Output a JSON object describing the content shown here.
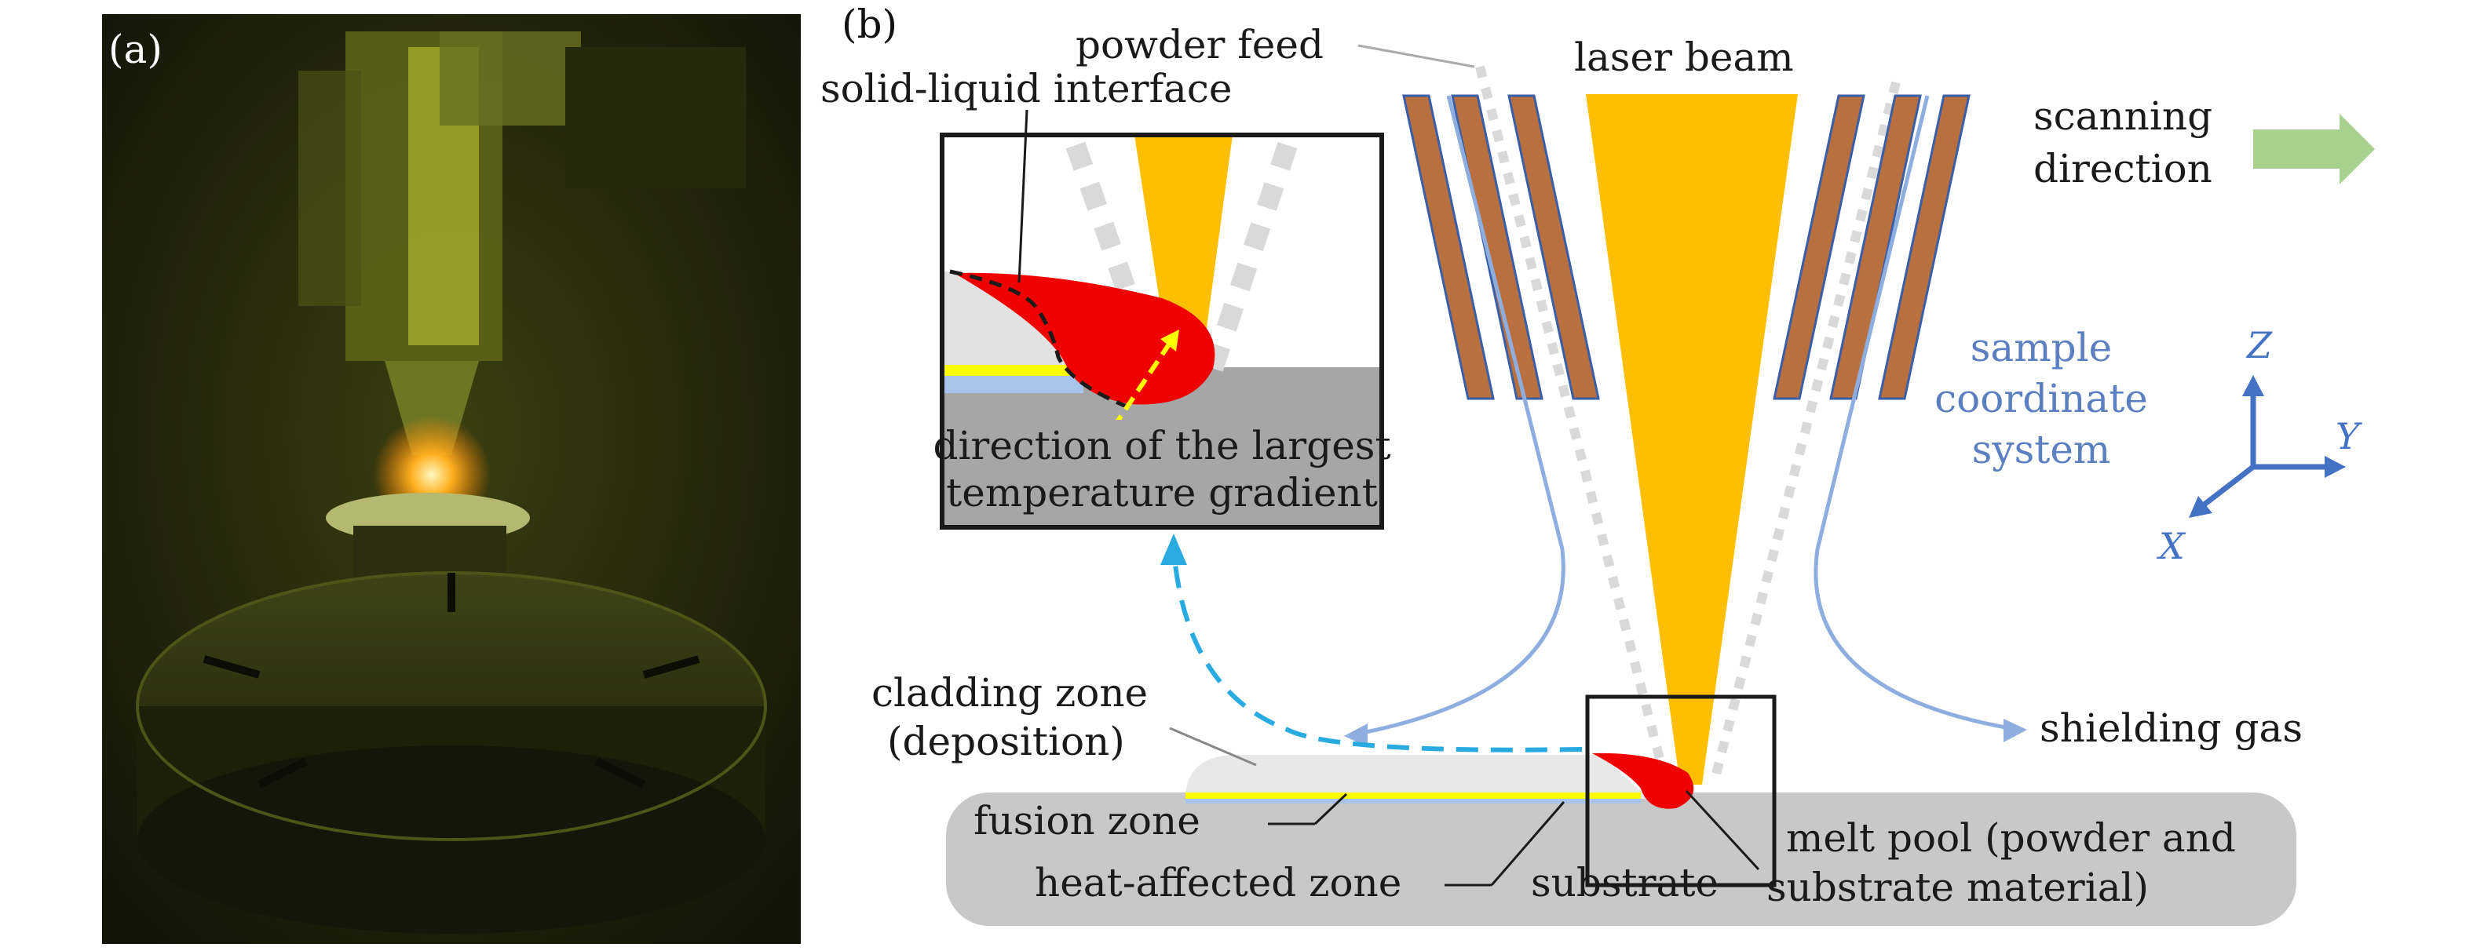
{
  "panel_a": {
    "label": "(a)"
  },
  "panel_b": {
    "label": "(b)",
    "labels": {
      "powder_feed": "powder feed",
      "laser_beam": "laser beam",
      "solid_liquid_interface": "solid-liquid interface",
      "scanning_direction_1": "scanning",
      "scanning_direction_2": "direction",
      "sample_coord_1": "sample",
      "sample_coord_2": "coordinate",
      "sample_coord_3": "system",
      "direction_gradient_1": "direction of the largest",
      "direction_gradient_2": "temperature gradient",
      "cladding_zone_1": "cladding zone",
      "cladding_zone_2": "(deposition)",
      "fusion_zone": "fusion zone",
      "heat_affected_zone": "heat-affected zone",
      "substrate": "substrate",
      "melt_pool_1": "melt pool (powder and",
      "melt_pool_2": "substrate material)",
      "shielding_gas": "shielding gas"
    },
    "axes": {
      "z": "Z",
      "y": "Y",
      "x": "X"
    },
    "colors": {
      "laser": "#fdbf00",
      "nozzle": "#b8703e",
      "nozzle_edge": "#3b5ea8",
      "gas": "#8faee0",
      "powder": "#d9d9d9",
      "melt_pool": "#f00000",
      "fusion": "#ffff00",
      "haz": "#a9c4ea",
      "substrate": "#c8c8c8",
      "cladding": "#e8e8e8",
      "arrow_scan": "#a9d18e",
      "axis": "#4472c4",
      "link_arrow": "#29aae1"
    }
  }
}
